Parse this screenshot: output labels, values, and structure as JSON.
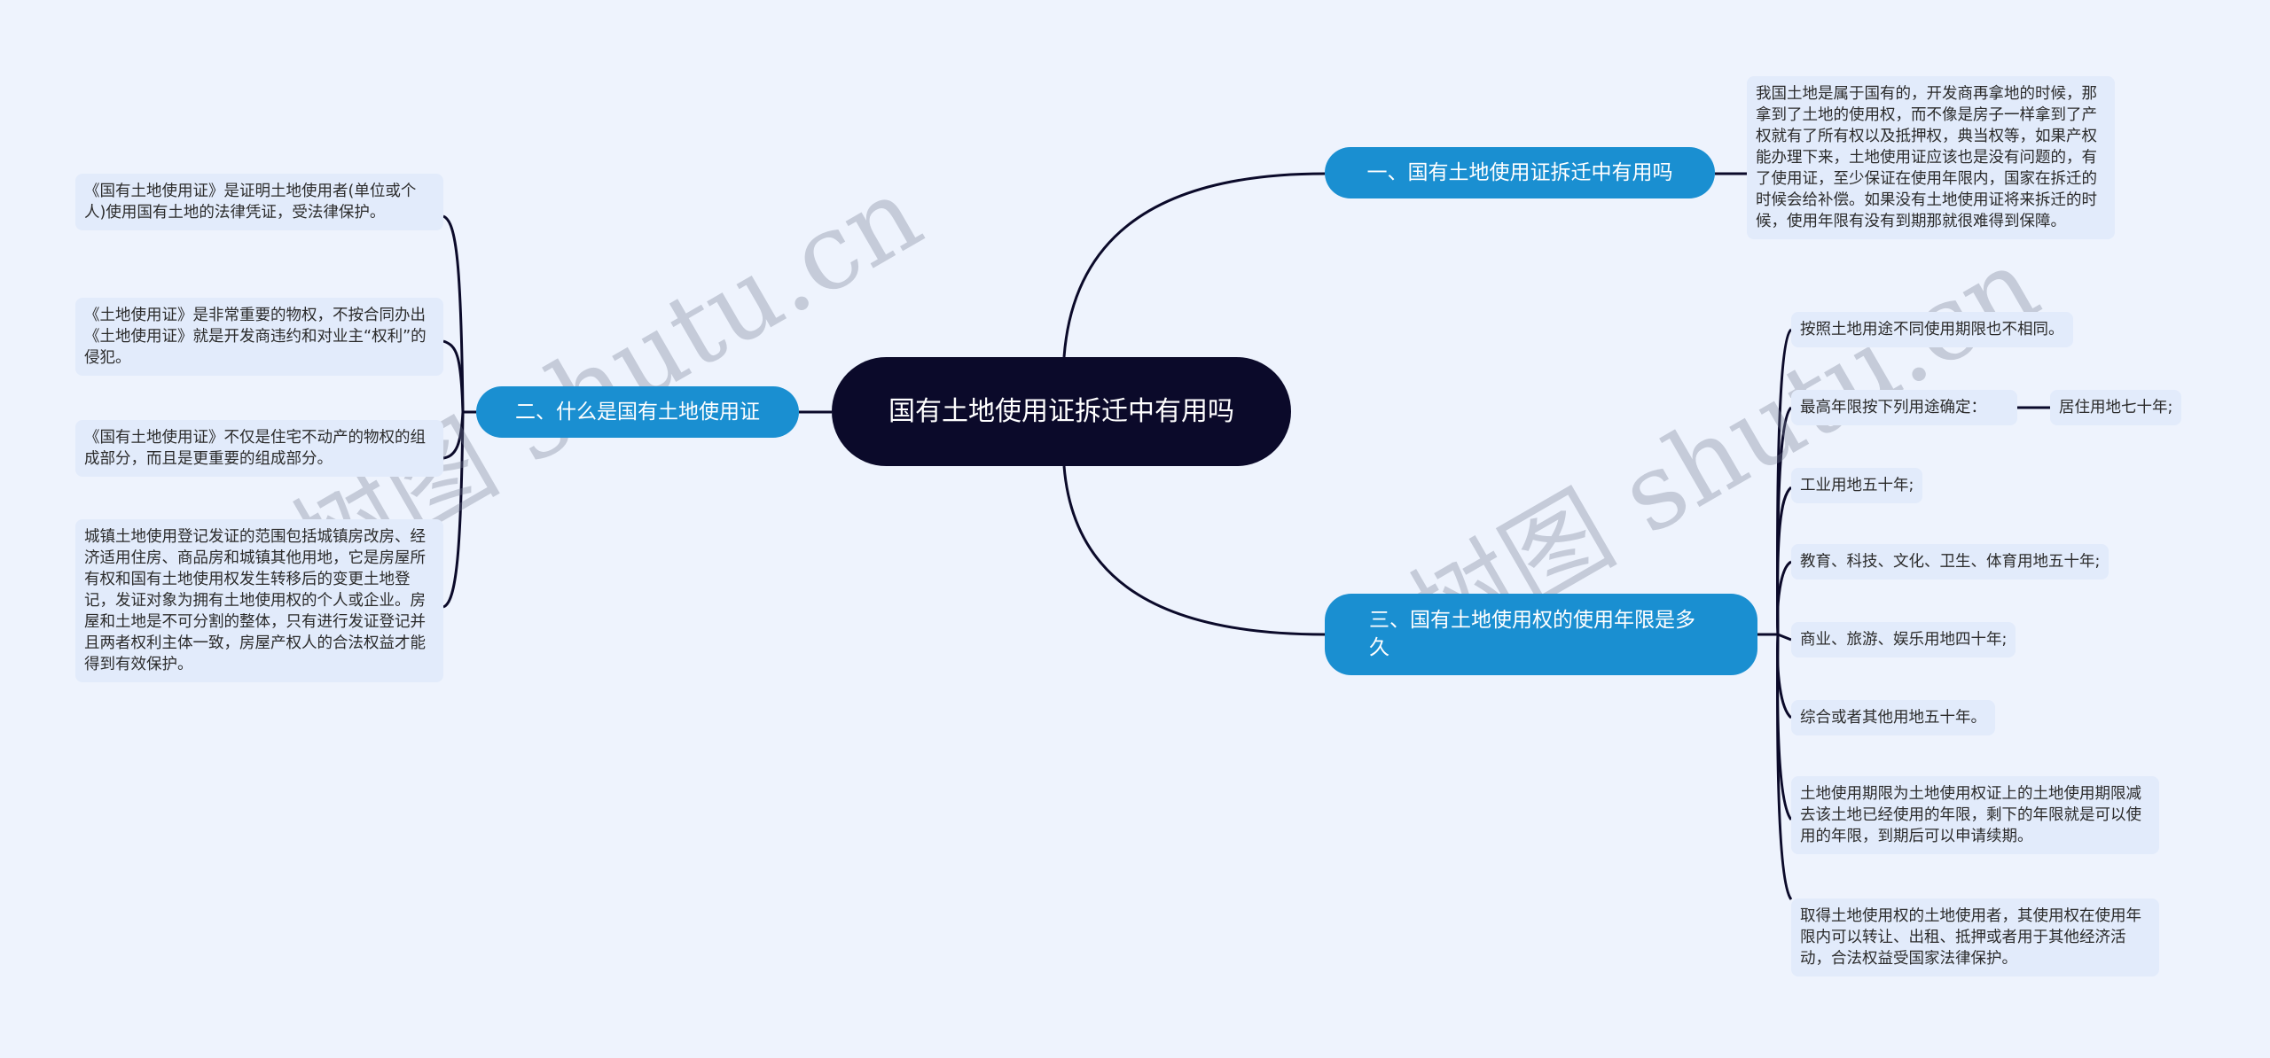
{
  "root": {
    "label": "国有土地使用证拆迁中有用吗"
  },
  "branches": {
    "b1": {
      "label": "一、国有土地使用证拆迁中有用吗",
      "children": [
        "我国土地是属于国有的，开发商再拿地的时候，那拿到了土地的使用权，而不像是房子一样拿到了产权就有了所有权以及抵押权，典当权等，如果产权能办理下来，土地使用证应该也是没有问题的，有了使用证，至少保证在使用年限内，国家在拆迁的时候会给补偿。如果没有土地使用证将来拆迁的时候，使用年限有没有到期那就很难得到保障。"
      ]
    },
    "b2": {
      "label": "二、什么是国有土地使用证",
      "children": [
        "《国有土地使用证》是证明土地使用者(单位或个人)使用国有土地的法律凭证，受法律保护。",
        "《土地使用证》是非常重要的物权，不按合同办出《土地使用证》就是开发商违约和对业主“权利”的侵犯。",
        "《国有土地使用证》不仅是住宅不动产的物权的组成部分，而且是更重要的组成部分。",
        "城镇土地使用登记发证的范围包括城镇房改房、经济适用住房、商品房和城镇其他用地，它是房屋所有权和国有土地使用权发生转移后的变更土地登记，发证对象为拥有土地使用权的个人或企业。房屋和土地是不可分割的整体，只有进行发证登记并且两者权利主体一致，房屋产权人的合法权益才能得到有效保护。"
      ]
    },
    "b3": {
      "label": "三、国有土地使用权的使用年限是多久",
      "children": [
        "按照土地用途不同使用期限也不相同。",
        "最高年限按下列用途确定：",
        "工业用地五十年;",
        "教育、科技、文化、卫生、体育用地五十年;",
        "商业、旅游、娱乐用地四十年;",
        "综合或者其他用地五十年。",
        "土地使用期限为土地使用权证上的土地使用期限减去该土地已经使用的年限，剩下的年限就是可以使用的年限，到期后可以申请续期。",
        "取得土地使用权的土地使用者，其使用权在使用年限内可以转让、出租、抵押或者用于其他经济活动，合法权益受国家法律保护。"
      ],
      "grandchild": "居住用地七十年;"
    }
  },
  "watermark": {
    "left": "树图 shutu.cn",
    "right": "树图 shutu.cn"
  },
  "colors": {
    "background": "#eef3fd",
    "root": "#0b0a2a",
    "branch": "#1a8fd1",
    "leaf": "#e2ebfb",
    "line": "#0b0a2a"
  }
}
